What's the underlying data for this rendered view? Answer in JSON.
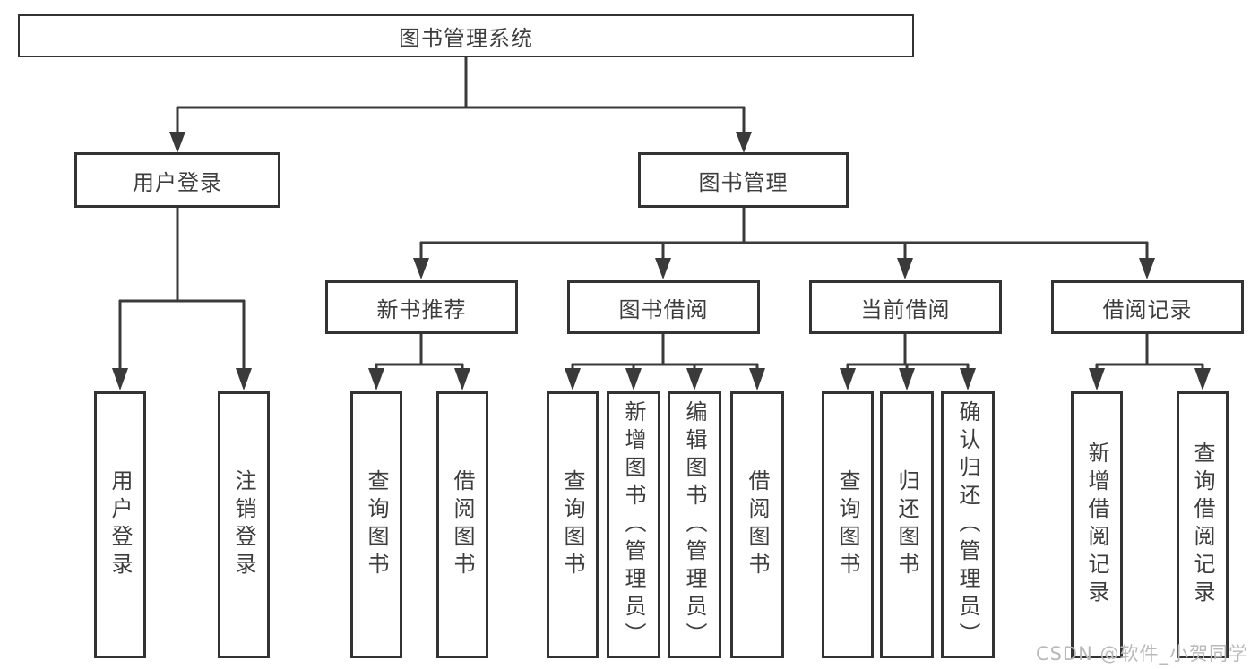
{
  "diagram": {
    "root": {
      "label": "图书管理系统"
    },
    "level2": [
      {
        "label": "用户登录"
      },
      {
        "label": "图书管理"
      }
    ],
    "level3": [
      {
        "label": "新书推荐",
        "parent": "图书管理"
      },
      {
        "label": "图书借阅",
        "parent": "图书管理"
      },
      {
        "label": "当前借阅",
        "parent": "图书管理"
      },
      {
        "label": "借阅记录",
        "parent": "图书管理"
      }
    ],
    "leaves": [
      {
        "label": "用户登录",
        "parent": "用户登录"
      },
      {
        "label": "注销登录",
        "parent": "用户登录"
      },
      {
        "label": "查询图书",
        "parent": "新书推荐"
      },
      {
        "label": "借阅图书",
        "parent": "新书推荐"
      },
      {
        "label": "查询图书",
        "parent": "图书借阅"
      },
      {
        "label": "新增图书（管理员）",
        "parent": "图书借阅"
      },
      {
        "label": "编辑图书（管理员）",
        "parent": "图书借阅"
      },
      {
        "label": "借阅图书",
        "parent": "图书借阅"
      },
      {
        "label": "查询图书",
        "parent": "当前借阅"
      },
      {
        "label": "归还图书",
        "parent": "当前借阅"
      },
      {
        "label": "确认归还（管理员）",
        "parent": "当前借阅"
      },
      {
        "label": "新增借阅记录",
        "parent": "借阅记录"
      },
      {
        "label": "查询借阅记录",
        "parent": "借阅记录"
      }
    ],
    "watermark": "CSDN @软件_小贺同学",
    "colors": {
      "line": "#3a3a3a",
      "border": "#333333",
      "text": "#3d3d3d",
      "watermark": "#b9b9b9",
      "background": "#ffffff"
    }
  }
}
